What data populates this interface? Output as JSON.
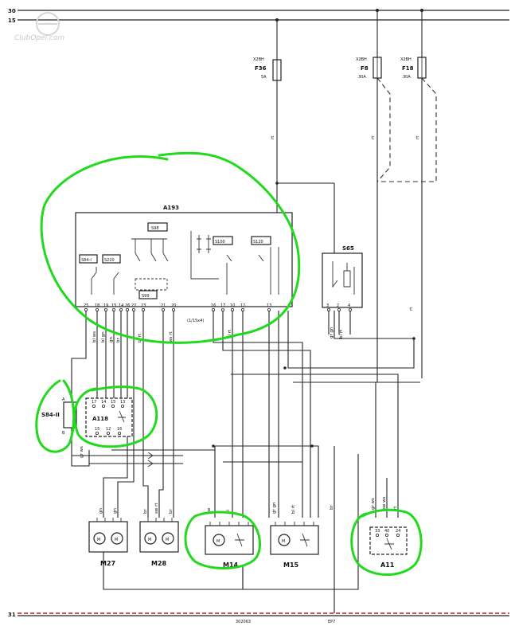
{
  "rails": {
    "top_1": "30",
    "top_2": "15",
    "bottom": "31"
  },
  "watermark": "ClubOpel.com",
  "fuses": [
    {
      "loc": "X2BH",
      "id": "F36",
      "rating": "5A"
    },
    {
      "loc": "X2BH",
      "id": "F8",
      "rating": "30A"
    },
    {
      "loc": "X2BH",
      "id": "F18",
      "rating": "30A"
    }
  ],
  "modules": {
    "a193": "A193",
    "s98": "S98",
    "s84_i": "S84-I",
    "s220": "S220",
    "s100": "S100",
    "s120": "S120",
    "s99": "S99",
    "s65": "S65",
    "s84_ii": "S84-II",
    "a118": "A118",
    "a11": "A11"
  },
  "connector_note": "(1/15x4)",
  "motors": {
    "m27": "M27",
    "m28": "M28",
    "m14": "M14",
    "m15": "M15"
  },
  "a193_pins": [
    "25",
    "18",
    "19",
    "15",
    "14",
    "26",
    "22",
    "23",
    "21",
    "20",
    "16",
    "17",
    "10",
    "12",
    "13"
  ],
  "a118_pins_top": [
    "17",
    "14",
    "15",
    "13"
  ],
  "a118_pins_bottom": [
    "15",
    "12",
    "16"
  ],
  "a11_pins": [
    "33",
    "40",
    "24"
  ],
  "s65_pins": [
    "3",
    "2",
    "4"
  ],
  "wire_colors": {
    "rt": "rt",
    "bl_ws": "bl ws",
    "bl_gn": "bl gn",
    "gn": "gn",
    "br": "br",
    "bl_rt": "bl rt",
    "ws_rt": "ws rt",
    "gr_gn": "gr gn",
    "gr_ws": "gr ws",
    "sw_ws": "sw ws",
    "sw_rt": "sw rt",
    "sw": "sw",
    "bl": "bl"
  },
  "ground_ref": "302063",
  "ground_point": "EP7"
}
